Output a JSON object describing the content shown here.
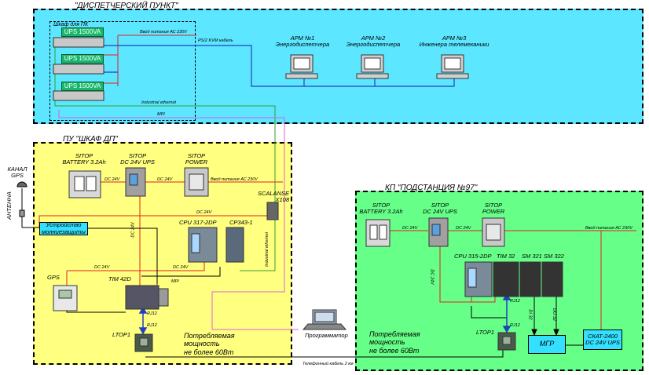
{
  "zones": {
    "dispatch": {
      "title": "\"ДИСПЕТЧЕРСКИЙ ПУНКТ\"",
      "pc_cabinet": "Шкаф для ПК"
    },
    "pu": {
      "title": "ПУ \"ШКАФ ДП\""
    },
    "kp": {
      "title": "КП \"ПОДСТАНЦИЯ №97\""
    }
  },
  "dispatch": {
    "ups_label": "UPS 1500VA",
    "power_in": "Ввод питания АС 230V",
    "kvm": "PS/2 KVM кабель",
    "ind_eth": "Industrial ethernet",
    "mpi": "MPI",
    "arm": [
      {
        "line1": "АРМ №1",
        "line2": "Энергодиспетчера"
      },
      {
        "line1": "АРМ №2",
        "line2": "Энергодиспетчера"
      },
      {
        "line1": "АРМ №3",
        "line2": "Инженера телемеханики"
      }
    ]
  },
  "pu": {
    "battery": {
      "line1": "SITOP",
      "line2": "BATTERY 3.2Ah"
    },
    "dcups": {
      "line1": "SITOP",
      "line2": "DC 24V UPS"
    },
    "power": {
      "line1": "SITOP",
      "line2": "POWER"
    },
    "power_in": "Ввод питания АС 230V",
    "scalanse": {
      "line1": "SCALANSE",
      "line2": "X108"
    },
    "cpu": "CPU 317-2DP",
    "cp": "CP343-1",
    "gps": "GPS",
    "tim": "TIM 42D",
    "rj12": "RJ12",
    "ltop": "LTOP1",
    "mpi": "MPI",
    "dc24": "DC 24V",
    "ind_eth": "Industrial ethernet",
    "consumption": [
      "Потребляемая",
      "мощность",
      "не более 60Вт"
    ]
  },
  "left": {
    "gps_channel": [
      "КАНАЛ",
      "GPS"
    ],
    "antenna": "АНТЕННА",
    "surge": [
      "Устройство",
      "молниезащиты"
    ]
  },
  "kp": {
    "battery": {
      "line1": "SITOP",
      "line2": "BATTERY 3.2Ah"
    },
    "dcups": {
      "line1": "SITOP",
      "line2": "DC 24V UPS"
    },
    "power": {
      "line1": "SITOP",
      "line2": "POWER"
    },
    "power_in": "Ввод питания АС 230V",
    "cpu": "CPU 315-2DP",
    "tim": "TIM 32",
    "sm321": "SM 321",
    "sm322": "SM 322",
    "rj12": "RJ12",
    "ltop": "LTOP1",
    "mgr": "МГР",
    "skat": [
      "СКАТ-2400",
      "DC 24V UPS"
    ],
    "di": "DI 32",
    "do": "DO 32",
    "dc24": "DC 24V",
    "consumption": [
      "Потребляемая",
      "мощность",
      "не более 60Вт"
    ]
  },
  "middle": {
    "programmer": "Программатор",
    "phone_cable": "Телефонный кабель 2 км"
  },
  "colors": {
    "cyan_zone": "#5ce6ff",
    "yellow_zone": "#ffff80",
    "green_zone": "#66ff88",
    "power_line": "#e02020",
    "kvm_line": "#2040c0",
    "mpi_line": "#e060e0",
    "eth_line": "#30a030",
    "ups_green": "#18b86a"
  }
}
